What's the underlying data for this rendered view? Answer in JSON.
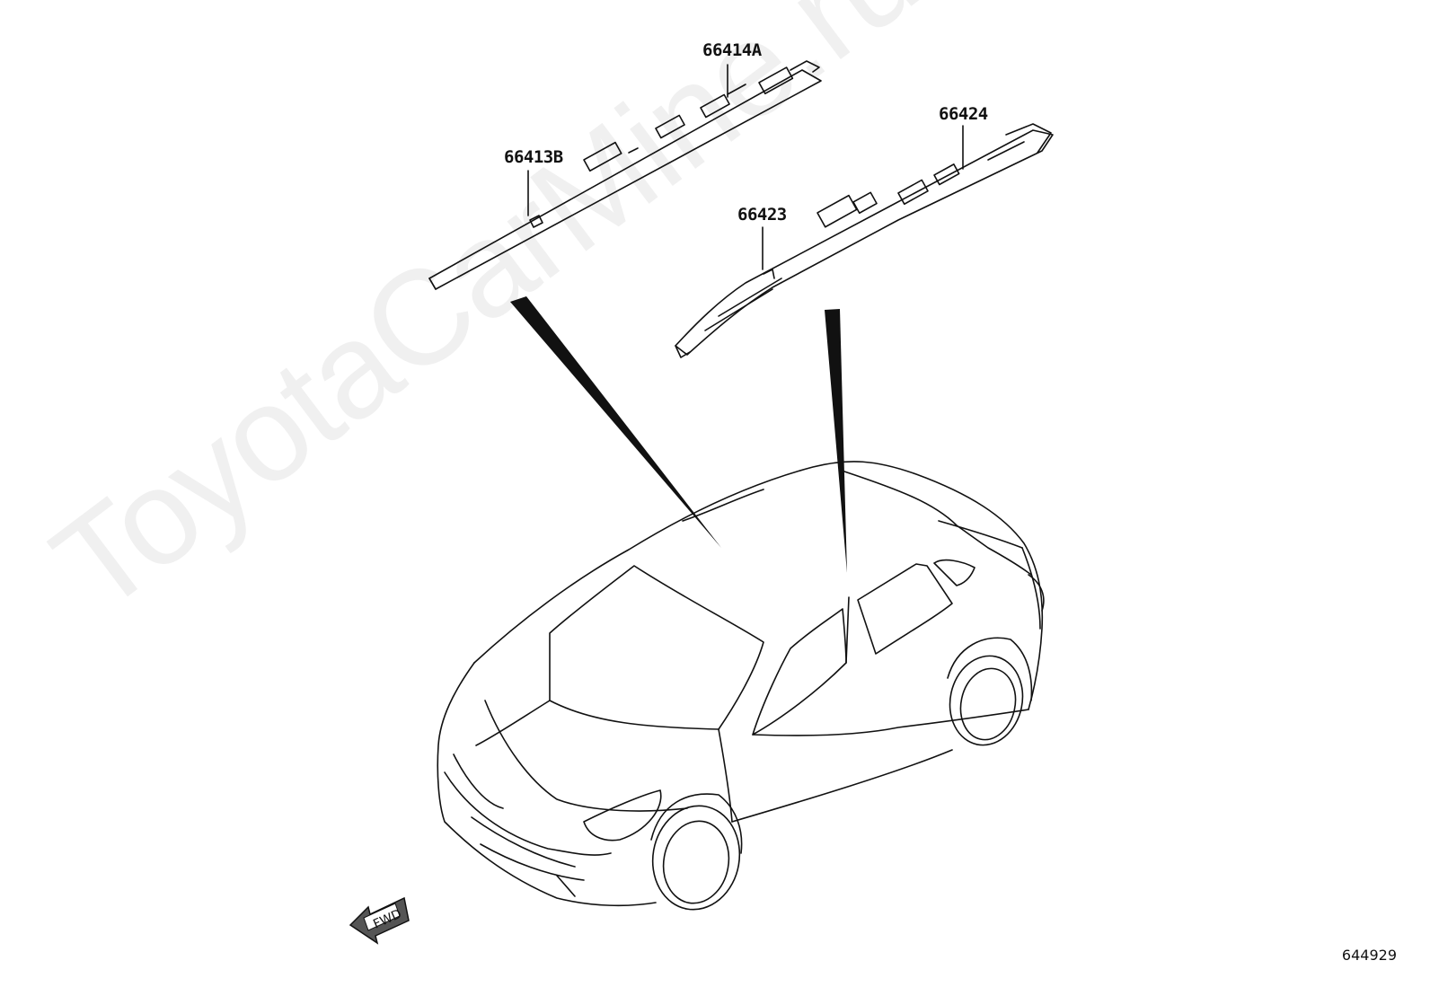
{
  "watermark": "ToyotaCarMine.ru",
  "parts": [
    {
      "id": "p1",
      "label": "66414A"
    },
    {
      "id": "p2",
      "label": "66413B"
    },
    {
      "id": "p3",
      "label": "66424"
    },
    {
      "id": "p4",
      "label": "66423"
    }
  ],
  "direction_badge": "FWD",
  "reference_number": "644929"
}
